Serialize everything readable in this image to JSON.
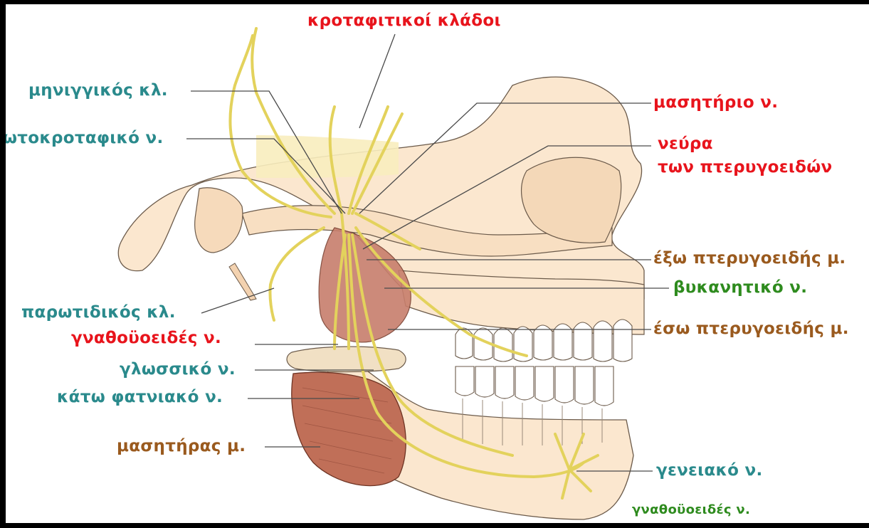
{
  "colors": {
    "teal": "#2a8a8c",
    "red": "#e8141c",
    "brown": "#9a5a1e",
    "green": "#2e8b1e",
    "bone": "#fbe7cf",
    "bone_shade": "#f2cfa8",
    "nerve": "#eede6f",
    "muscle": "#c77e6c"
  },
  "labels": {
    "temporal_branches": "κροταφιτικοί κλάδοι",
    "meningeal_branch": "μηνιγγικός κλ.",
    "auriculotemporal_nerve": "ωτοκροταφικό ν.",
    "masseteric_nerve": "μασητήριο ν.",
    "pterygoid_nerves_line1": "νεύρα",
    "pterygoid_nerves_line2": "των πτερυγοειδών",
    "lateral_pterygoid": "έξω πτερυγοειδής μ.",
    "buccal_nerve": "βυκανητικό ν.",
    "parotid_branch": "παρωτιδικός κλ.",
    "mylohyoid_nerve": "γναθοϋοειδές ν.",
    "medial_pterygoid": "έσω πτερυγοειδής μ.",
    "lingual_nerve": "γλωσσικό ν.",
    "inferior_alveolar_nerve": "κάτω φατνιακό ν.",
    "masseter_muscle": "μασητήρας μ.",
    "mental_nerve": "γενειακό ν.",
    "mylohyoid_nerve_lower": "γναθοϋοειδές ν."
  }
}
